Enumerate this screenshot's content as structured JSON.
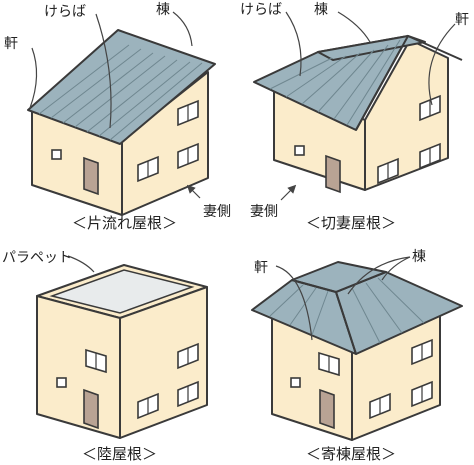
{
  "labels": {
    "keraba": "けらば",
    "mune": "棟",
    "noki": "軒",
    "tsumagawa": "妻側",
    "parapet": "パラペット"
  },
  "captions": {
    "katanagare": "＜片流れ屋根＞",
    "kirizuma": "＜切妻屋根＞",
    "rokuyane": "＜陸屋根＞",
    "yosemune": "＜寄棟屋根＞"
  },
  "colors": {
    "roof": "#9cb3bd",
    "wall": "#fbeccb",
    "door": "#b9a394",
    "outline": "#3a3a3a"
  }
}
